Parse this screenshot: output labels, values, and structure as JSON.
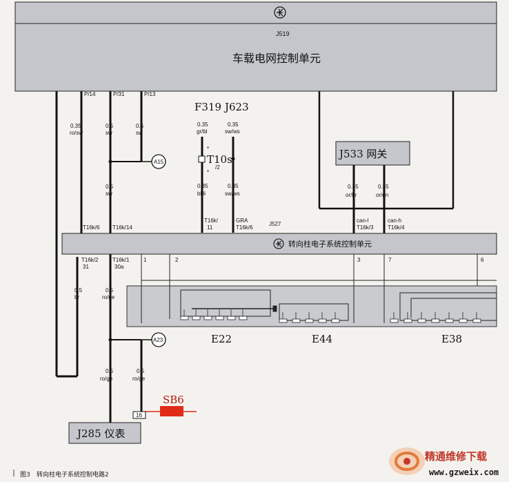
{
  "module_top": {
    "code": "J519",
    "name": "车载电网控制单元"
  },
  "module_bottom": {
    "code": "J527",
    "name": "转向柱电子系统控制单元"
  },
  "gateway": {
    "label": "J533 网关"
  },
  "cluster": {
    "label": "J285 仪表"
  },
  "fuse": {
    "label": "SB6",
    "pin": "16"
  },
  "components": {
    "f319": "F319",
    "j623": "J623",
    "t10s": "T10s",
    "t10s_pin": "/2",
    "star": "*"
  },
  "splices": {
    "a15": "A15",
    "a23": "A23"
  },
  "pins_top": {
    "p14": "P/14",
    "p31": "P/31",
    "p13": "P/13"
  },
  "wires": {
    "w1": {
      "size": "0.35",
      "color": "ro/sw"
    },
    "w2": {
      "size": "0.5",
      "color": "sw"
    },
    "w3": {
      "size": "0.5",
      "color": "sw"
    },
    "w4": {
      "size": "0.5",
      "color": "sw"
    },
    "w5": {
      "size": "0.35",
      "color": "gr/bl"
    },
    "w6": {
      "size": "0.35",
      "color": "sw/ws"
    },
    "w7": {
      "size": "0.35",
      "color": "bl/li"
    },
    "w8": {
      "size": "0.35",
      "color": "sw/ws"
    },
    "w9": {
      "size": "0.35",
      "color": "or/br"
    },
    "w10": {
      "size": "0.35",
      "color": "or/gn"
    },
    "w11": {
      "size": "0.5",
      "color": "br"
    },
    "w12": {
      "size": "0.5",
      "color": "ro/ge"
    },
    "w13": {
      "size": "0.5",
      "color": "ro/ge"
    },
    "w14": {
      "size": "0.5",
      "color": "ro/ge"
    }
  },
  "connectors": {
    "t16k6a": "T16k/6",
    "t16k14": "T16k/14",
    "t16k11a": "T16k/",
    "t16k11b": "11",
    "gra": "GRA",
    "t16k6b": "T16k/6",
    "canl": "can-l",
    "t16k3": "T16k/3",
    "canh": "can-h",
    "t16k4": "T16k/4",
    "t16k2": "T16k/2",
    "t16k2pin": "31",
    "t16k1": "T16k/1",
    "t16k1pin": "30a"
  },
  "pin_numbers": {
    "p1": "1",
    "p2": "2",
    "p3": "3",
    "p7": "7",
    "p6": "6"
  },
  "switch_groups": {
    "e22": "E22",
    "e44": "E44",
    "e38": "E38"
  },
  "caption": {
    "figure": "图3",
    "title": "转向柱电子系统控制电路2"
  },
  "watermark": {
    "cn": "精通维修下载",
    "url": "www.gzweix.com"
  },
  "colors": {
    "module_fill": "#c4c6cb",
    "gateway_fill": "#c5c7cc",
    "fuse": "#e02b18",
    "wm_red": "#c0392b"
  }
}
